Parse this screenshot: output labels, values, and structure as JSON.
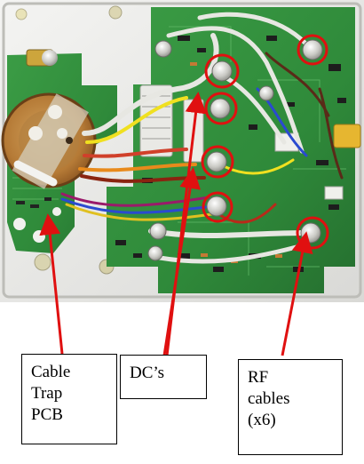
{
  "colors": {
    "pcb_green": "#2e8a3c",
    "annotation_red": "#e01010",
    "coax_white": "#e7e7e2"
  },
  "labels": {
    "cable_trap": {
      "line1": "Cable",
      "line2": "Trap",
      "line3": "PCB"
    },
    "dcs": {
      "text": "DC’s"
    },
    "rf_cables": {
      "line1": "RF",
      "line2": "cables",
      "line3": "(x6)"
    }
  }
}
